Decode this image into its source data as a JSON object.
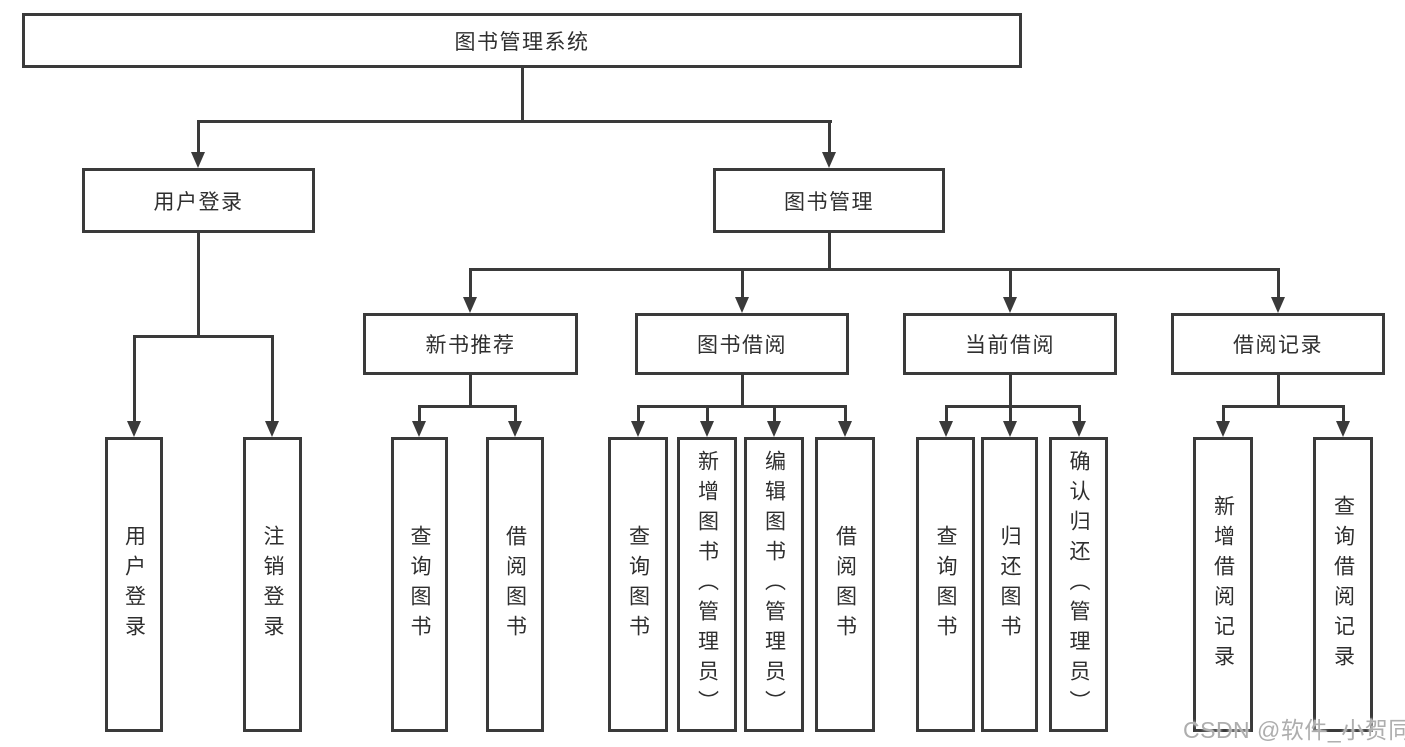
{
  "tree": {
    "root": {
      "label": "图书管理系统"
    },
    "branches": [
      {
        "label": "用户登录",
        "children": [
          {
            "label": "用户登录"
          },
          {
            "label": "注销登录"
          }
        ]
      },
      {
        "label": "图书管理",
        "children": [
          {
            "label": "新书推荐",
            "children": [
              {
                "label": "查询图书"
              },
              {
                "label": "借阅图书"
              }
            ]
          },
          {
            "label": "图书借阅",
            "children": [
              {
                "label": "查询图书"
              },
              {
                "label": "新增图书（管理员）"
              },
              {
                "label": "编辑图书（管理员）"
              },
              {
                "label": "借阅图书"
              }
            ]
          },
          {
            "label": "当前借阅",
            "children": [
              {
                "label": "查询图书"
              },
              {
                "label": "归还图书"
              },
              {
                "label": "确认归还（管理员）"
              }
            ]
          },
          {
            "label": "借阅记录",
            "children": [
              {
                "label": "新增借阅记录"
              },
              {
                "label": "查询借阅记录"
              }
            ]
          }
        ]
      }
    ]
  },
  "watermark": "CSDN @软件_小贺同学",
  "colors": {
    "line": "#3a3a3a",
    "text": "#2f2f2f",
    "box_background": "#ffffff",
    "watermark": "#aeaeae"
  }
}
